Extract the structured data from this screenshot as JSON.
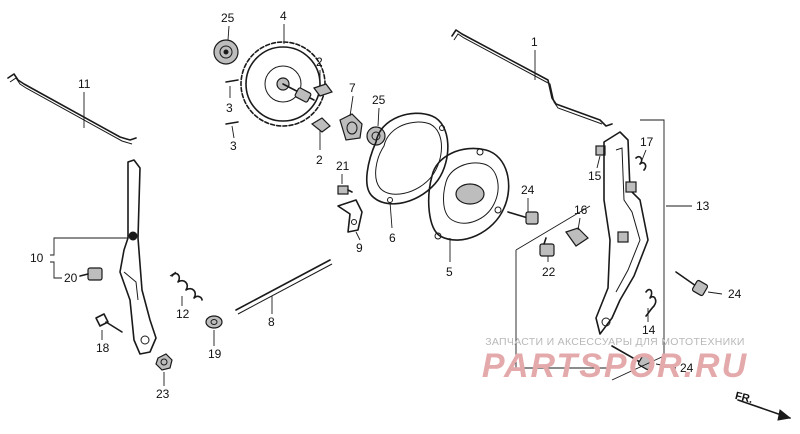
{
  "callouts": [
    {
      "key": "c1",
      "text": "1"
    },
    {
      "key": "c2a",
      "text": "2"
    },
    {
      "key": "c2b",
      "text": "2"
    },
    {
      "key": "c3a",
      "text": "3"
    },
    {
      "key": "c3b",
      "text": "3"
    },
    {
      "key": "c4",
      "text": "4"
    },
    {
      "key": "c5",
      "text": "5"
    },
    {
      "key": "c6",
      "text": "6"
    },
    {
      "key": "c7",
      "text": "7"
    },
    {
      "key": "c8",
      "text": "8"
    },
    {
      "key": "c9",
      "text": "9"
    },
    {
      "key": "c10",
      "text": "10"
    },
    {
      "key": "c11",
      "text": "11"
    },
    {
      "key": "c12",
      "text": "12"
    },
    {
      "key": "c13",
      "text": "13"
    },
    {
      "key": "c14",
      "text": "14"
    },
    {
      "key": "c15",
      "text": "15"
    },
    {
      "key": "c16",
      "text": "16"
    },
    {
      "key": "c17",
      "text": "17"
    },
    {
      "key": "c18",
      "text": "18"
    },
    {
      "key": "c19",
      "text": "19"
    },
    {
      "key": "c20",
      "text": "20"
    },
    {
      "key": "c21",
      "text": "21"
    },
    {
      "key": "c22",
      "text": "22"
    },
    {
      "key": "c23",
      "text": "23"
    },
    {
      "key": "c24a",
      "text": "24"
    },
    {
      "key": "c24b",
      "text": "24"
    },
    {
      "key": "c24c",
      "text": "24"
    },
    {
      "key": "c25a",
      "text": "25"
    },
    {
      "key": "c25b",
      "text": "25"
    }
  ],
  "watermark": {
    "caption": "ЗАПЧАСТИ И АКСЕССУАРЫ ДЛЯ МОТОТЕХНИКИ",
    "brand": "PARTSPOR.RU",
    "caption_color": "#b8b8b8",
    "brand_color": "#e3a9ab"
  },
  "direction_badge": {
    "text": "FR."
  }
}
